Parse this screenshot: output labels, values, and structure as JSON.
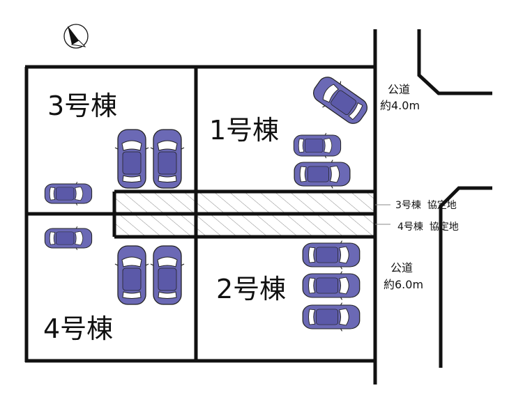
{
  "lots": {
    "lot3": "3号棟",
    "lot1": "1号棟",
    "lot4": "4号棟",
    "lot2": "2号棟"
  },
  "roads": {
    "north_name": "公道",
    "north_width": "約4.0m",
    "south_name": "公道",
    "south_width": "約6.0m"
  },
  "easements": {
    "lot3_agreement": "3号棟  協定地",
    "lot4_agreement": "4号棟  協定地"
  },
  "colors": {
    "line": "#111111",
    "car_fill": "#6b69b5",
    "car_window": "#ffffff"
  },
  "icons": {
    "compass": "north-arrow-icon",
    "car": "car-icon"
  }
}
